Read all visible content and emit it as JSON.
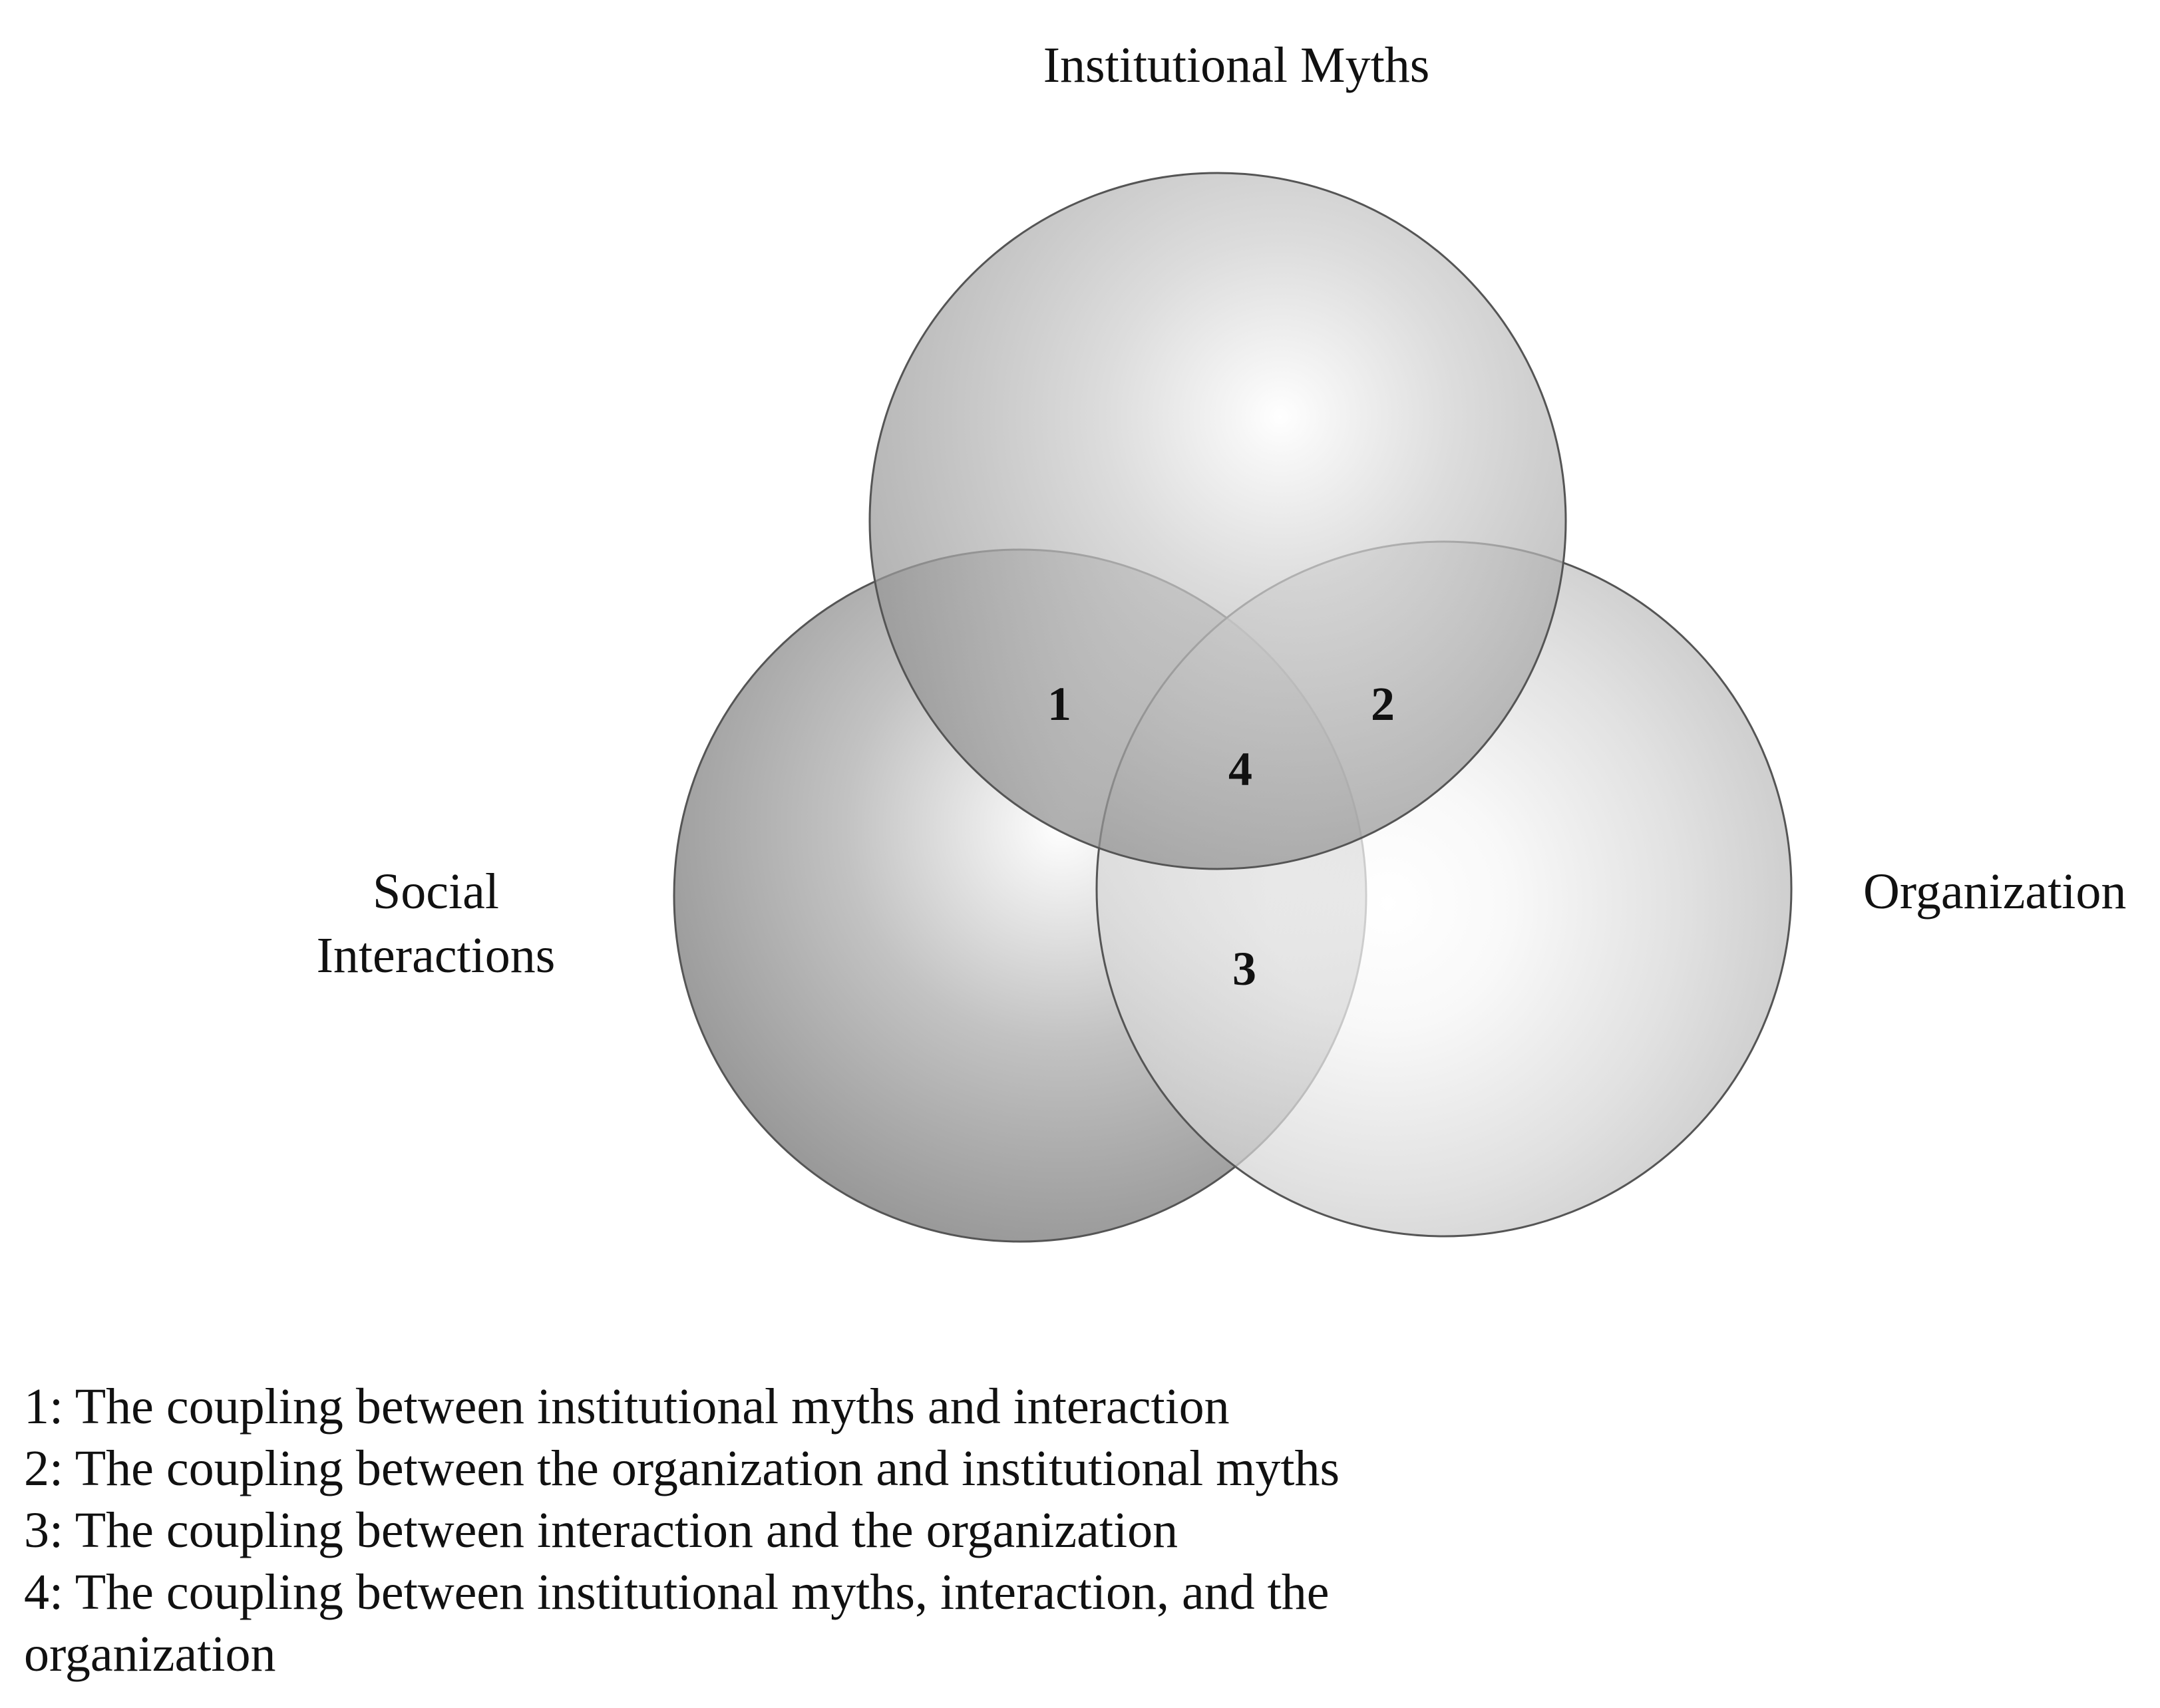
{
  "diagram": {
    "type": "venn-3",
    "sets": {
      "top": "Institutional Myths",
      "left": [
        "Social",
        "Interactions"
      ],
      "right": "Organization"
    },
    "regions": [
      "1",
      "2",
      "3",
      "4"
    ],
    "legend": [
      "1: The coupling between institutional myths and interaction",
      "2: The coupling between the organization and institutional myths",
      "3: The coupling between interaction and the organization",
      "4: The coupling between institutional myths, interaction, and the",
      "organization"
    ]
  }
}
